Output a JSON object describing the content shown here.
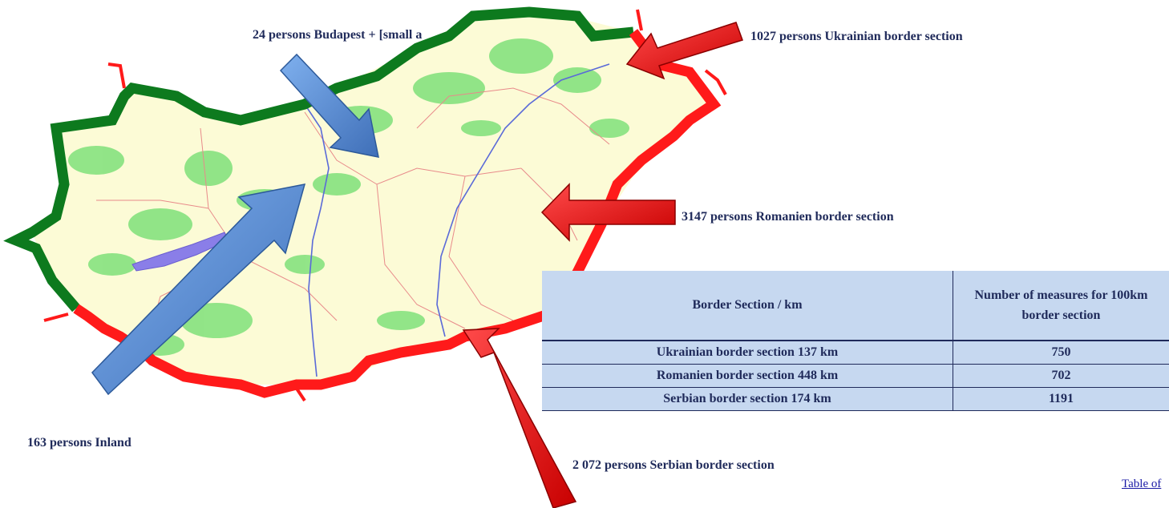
{
  "labels": {
    "budapest": "24 persons Budapest + [small a",
    "ukrainian": "1027 persons Ukrainian border section",
    "romanien": "3147 persons Romanien border section",
    "inland": "163 persons Inland",
    "serbian": "2 072  persons Serbian border section"
  },
  "table": {
    "headers": [
      "Border Section / km",
      "Number of measures for 100km border section"
    ],
    "rows": [
      [
        "Ukrainian border section 137 km",
        "750"
      ],
      [
        "Romanien border section 448 km",
        "702"
      ],
      [
        "Serbian border section 174 km",
        "1191"
      ]
    ]
  },
  "link": {
    "text": "Table of"
  },
  "colors": {
    "land": "#fcfbd6",
    "forest": "#7fe07a",
    "northern_border": "#0d7a1e",
    "southern_border": "#ff1a1a",
    "arrow_blue": "#5b8fd6",
    "arrow_red": "#ff2020",
    "table_bg": "#c6d8f0",
    "text": "#1f2a5a"
  }
}
